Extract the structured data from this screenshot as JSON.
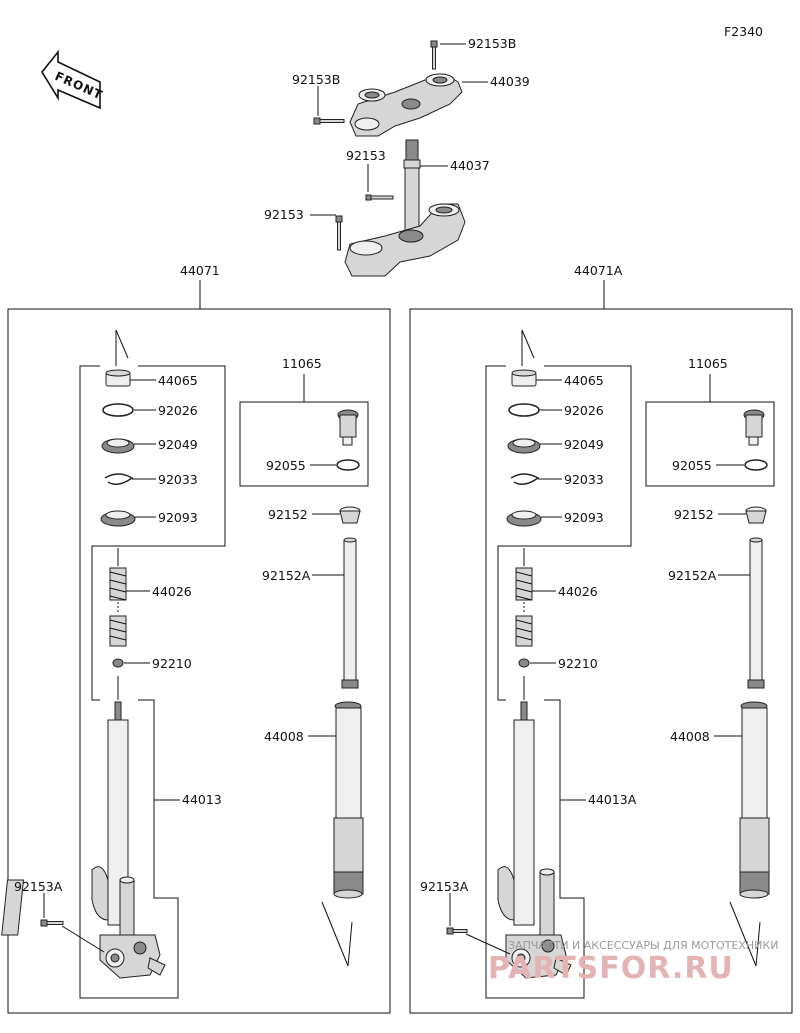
{
  "figure_code": "F2340",
  "front_label": "FRONT",
  "top": {
    "bolt_top_right": "92153B",
    "upper_bracket": "44039",
    "bolt_top_left": "92153B",
    "bolt_mid": "92153",
    "steering_stem": "44037",
    "bolt_lower": "92153"
  },
  "left": {
    "assembly": "44071",
    "p1": "44065",
    "p2": "92026",
    "p3": "92049",
    "p4": "92033",
    "p5": "92093",
    "spring": "44026",
    "p7": "92210",
    "inner_tube": "44013",
    "bolt": "92153A",
    "kit": "11065",
    "oring": "92055",
    "cap": "92152",
    "pipe": "92152A",
    "outer_tube": "44008"
  },
  "right": {
    "assembly": "44071A",
    "p1": "44065",
    "p2": "92026",
    "p3": "92049",
    "p4": "92033",
    "p5": "92093",
    "spring": "44026",
    "p7": "92210",
    "inner_tube": "44013A",
    "bolt": "92153A",
    "kit": "11065",
    "oring": "92055",
    "cap": "92152",
    "pipe": "92152A",
    "outer_tube": "44008"
  },
  "watermark": {
    "tagline": "ЗАПЧАСТИ И АКСЕССУАРЫ ДЛЯ МОТОТЕХНИКИ",
    "logo": "PARTSFOR.RU"
  }
}
